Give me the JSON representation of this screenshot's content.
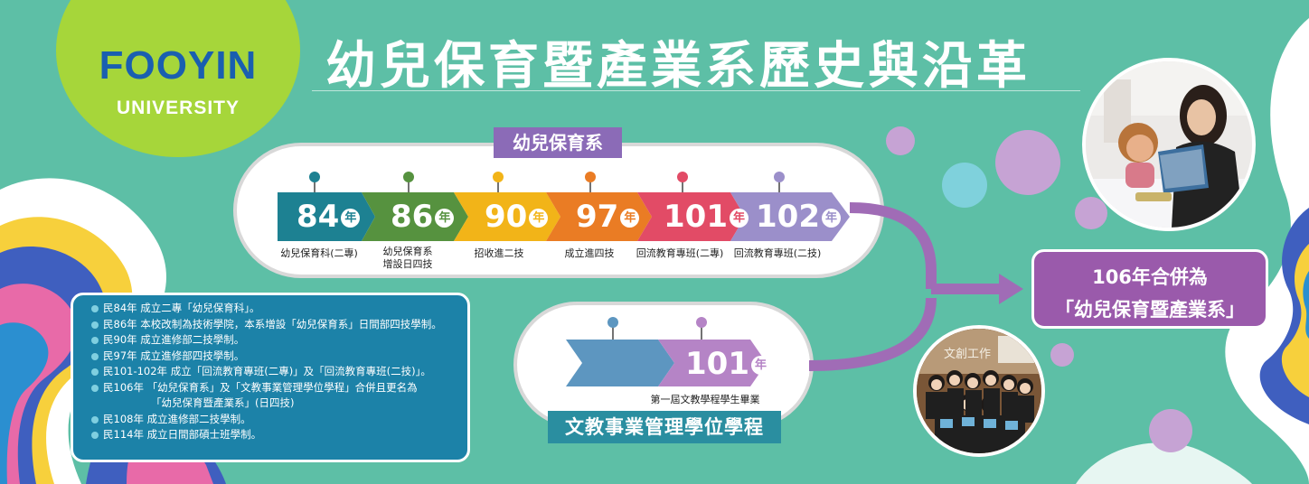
{
  "logo": {
    "main": "FOOYIN",
    "sub": "UNIVERSITY"
  },
  "page_title": "幼兒保育暨產業系歷史與沿革",
  "section1": {
    "label": "幼兒保育系",
    "year_suffix": "年",
    "milestones": [
      {
        "year": "84",
        "caption": "幼兒保育科(二專)",
        "color": "#1d8192"
      },
      {
        "year": "86",
        "caption": "幼兒保育系\n增設日四技",
        "color": "#56923f"
      },
      {
        "year": "90",
        "caption": "招收進二技",
        "color": "#f2b418"
      },
      {
        "year": "97",
        "caption": "成立進四技",
        "color": "#ea7c24"
      },
      {
        "year": "101",
        "caption": "回流教育專班(二專)",
        "color": "#e24b66"
      },
      {
        "year": "102",
        "caption": "回流教育專班(二技)",
        "color": "#9b8fca"
      }
    ]
  },
  "section2": {
    "label": "文教事業管理學位學程",
    "year_suffix": "年",
    "milestones": [
      {
        "year": "",
        "caption": "",
        "color": "#5d96c0"
      },
      {
        "year": "101",
        "caption": "第一屆文教學程學生畢業",
        "color": "#b584c6"
      }
    ]
  },
  "merge": {
    "line1": "106年合併為",
    "line2": "「幼兒保育暨產業系」",
    "color": "#9a5aab"
  },
  "notes": [
    {
      "text": "民84年  成立二專「幼兒保育科」。",
      "cont": false
    },
    {
      "text": "民86年  本校改制為技術學院，本系增設「幼兒保育系」日間部四技學制。",
      "cont": false
    },
    {
      "text": "民90年  成立進修部二技學制。",
      "cont": false
    },
    {
      "text": "民97年  成立進修部四技學制。",
      "cont": false
    },
    {
      "text": "民101-102年  成立「回流教育專班(二專)」及「回流教育專班(二技)」。",
      "cont": false
    },
    {
      "text": "民106年  「幼兒保育系」及「文教事業管理學位學程」合併且更名為",
      "cont": false
    },
    {
      "text": "「幼兒保育暨產業系」(日四技)",
      "cont": true
    },
    {
      "text": "民108年  成立進修部二技學制。",
      "cont": false
    },
    {
      "text": "民114年  成立日間部碩士班學制。",
      "cont": false
    }
  ],
  "photos": {
    "top_sign": "",
    "bottom_sign": "文創工作"
  },
  "colors": {
    "background": "#5dbfa6",
    "connector": "#a06cb6"
  }
}
